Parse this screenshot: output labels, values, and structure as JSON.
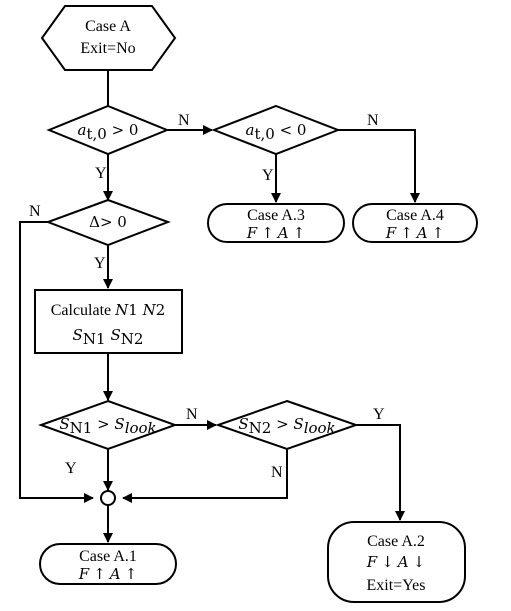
{
  "nodes": {
    "start": {
      "line1": "Case A",
      "line2": "Exit=No"
    },
    "d1": {
      "var": "a",
      "sub": "t,0",
      "op": " > 0"
    },
    "d2": {
      "var": "a",
      "sub": "t,0",
      "op": " < 0"
    },
    "d3": {
      "text": "Δ> 0"
    },
    "calc": {
      "line1_prefix": "Calculate ",
      "n1": "N",
      "n1_num": "1 ",
      "n2": "N",
      "n2_num": "2",
      "s": "S",
      "sub1": "N1",
      "sub2": "N2"
    },
    "d4": {
      "s": "S",
      "sub1": "N1",
      "op": " > ",
      "sub2": "look"
    },
    "d5": {
      "s": "S",
      "sub1": "N2",
      "op": " > ",
      "sub2": "look"
    },
    "a3": {
      "title": "Case A.3",
      "f": "F",
      "a": "A",
      "arrow": "↑"
    },
    "a4": {
      "title": "Case A.4",
      "f": "F",
      "a": "A",
      "arrow": "↑"
    },
    "a1": {
      "title": "Case A.1",
      "f": "F",
      "a": "A",
      "arrow": "↑"
    },
    "a2": {
      "title": "Case A.2",
      "f": "F",
      "a": "A",
      "arrow": "↓",
      "exit": "Exit=Yes"
    }
  },
  "edge_labels": {
    "yes": "Y",
    "no": "N"
  }
}
